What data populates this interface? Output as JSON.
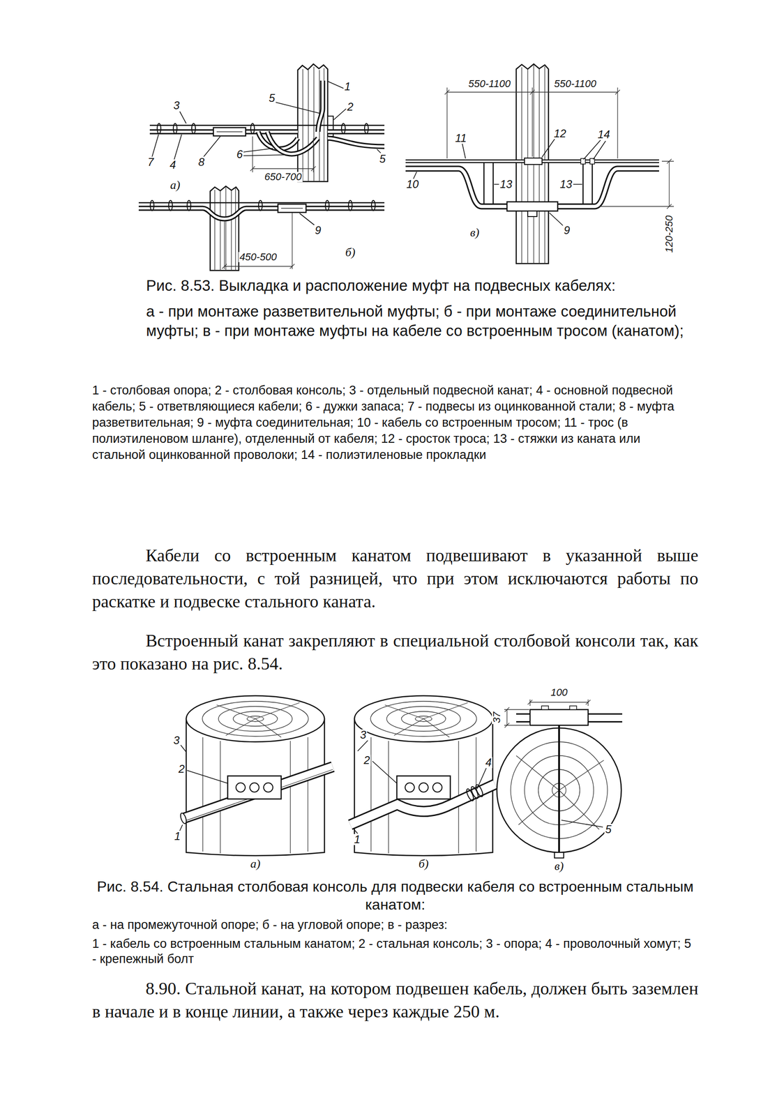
{
  "diagram": {
    "labels": [
      "3",
      "5",
      "1",
      "2",
      "7",
      "4",
      "8",
      "6",
      "5",
      "а)",
      "650-700",
      "550-1100",
      "550-1100",
      "11",
      "12",
      "14",
      "10",
      "13",
      "13",
      "9",
      "в)",
      "120-250",
      "9",
      "450-500",
      "б)",
      "Рис. 8.53. Выкладка и расположение муфт на подвесных кабелях:",
      "а - при монтаже разветвительной муфты; б - при монтаже соединительной муфты; в - при монтаже муфты на кабеле со встроенным тросом (канатом);",
      "1 - столбовая опора; 2 - столбовая консоль; 3 - отдельный подвесной канат; 4 - основной подвесной кабель; 5 - ответвляющиеся кабели; 6 - дужки запаса; 7 - подвесы из оцинкованной стали; 8 - муфта разветвительная; 9 - муфта соединительная; 10 - кабель со встроенным тросом; 11 - трос (в полиэтиленовом шланге), отделенный от кабеля; 12 - сросток троса; 13 - стяжки из каната или стальной оцинкованной проволоки; 14 - полиэтиленовые прокладки",
      "Кабели со встроенным канатом подвешивают в указанной выше последовательности, с той разницей, что при этом исключаются работы по раскатке и подвеске стального каната.",
      "Встроенный канат закрепляют в специальной столбовой консоли так, как это показано на рис. 8.54.",
      "3",
      "2",
      "1",
      "а)",
      "3",
      "2",
      "1",
      "4",
      "б)",
      "100",
      "37",
      "5",
      "в)",
      "Рис. 8.54. Стальная столбовая консоль для подвески кабеля со встроенным стальным канатом:",
      "а - на промежуточной опоре; б - на угловой опоре; в - разрез:",
      "1 - кабель со встроенным стальным канатом; 2 - стальная консоль; 3 - опора; 4 - проволочный хомут; 5 - крепежный болт",
      "8.90. Стальной канат, на котором подвешен кабель, должен быть заземлен в начале и в конце линии, а также через каждые 250 м."
    ]
  }
}
